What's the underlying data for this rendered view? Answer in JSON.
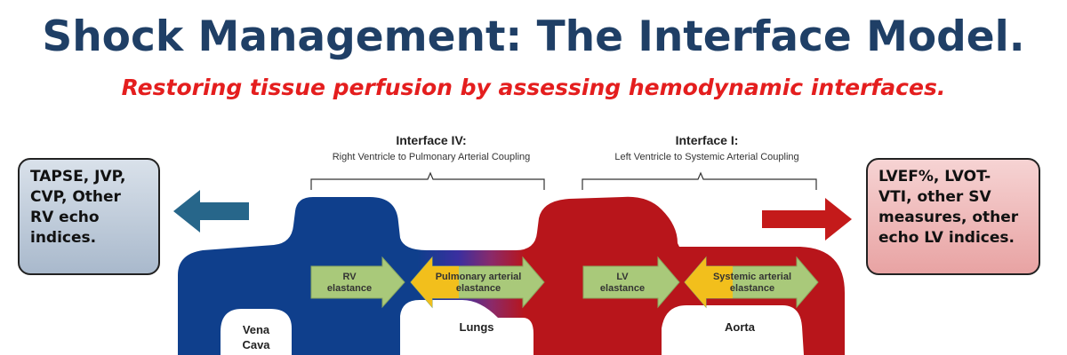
{
  "title": "Shock Management: The Interface Model.",
  "subtitle": "Restoring tissue perfusion by assessing hemodynamic interfaces.",
  "left_box": "TAPSE, JVP,\nCVP, Other\nRV echo\nindices.",
  "right_box": "LVEF%, LVOT-\nVTI, other SV\nmeasures, other\necho LV indices.",
  "interfaces": [
    {
      "heading": "Interface IV:",
      "description": "Right Ventricle to Pulmonary Arterial Coupling"
    },
    {
      "heading": "Interface I:",
      "description": "Left Ventricle to Systemic Arterial Coupling"
    }
  ],
  "flow_labels": {
    "rv": "RV\nelastance",
    "pulmonary": "Pulmonary arterial\nelastance",
    "lv": "LV\nelastance",
    "systemic": "Systemic arterial\nelastance"
  },
  "organs": {
    "vena_cava": "Vena\nCava",
    "lungs": "Lungs",
    "aorta": "Aorta"
  },
  "colors": {
    "title": "#1f3f66",
    "subtitle": "#e41e1e",
    "venous_blue": "#0f3f8c",
    "arterial_red": "#b8151b",
    "left_arrow": "#27668a",
    "right_arrow": "#c41a1a",
    "green_arrow": "#a9c97a",
    "yellow_arrow": "#f2bf1c"
  },
  "icons": {
    "left_arrow": "arrow-left-icon",
    "right_arrow": "arrow-right-icon"
  }
}
